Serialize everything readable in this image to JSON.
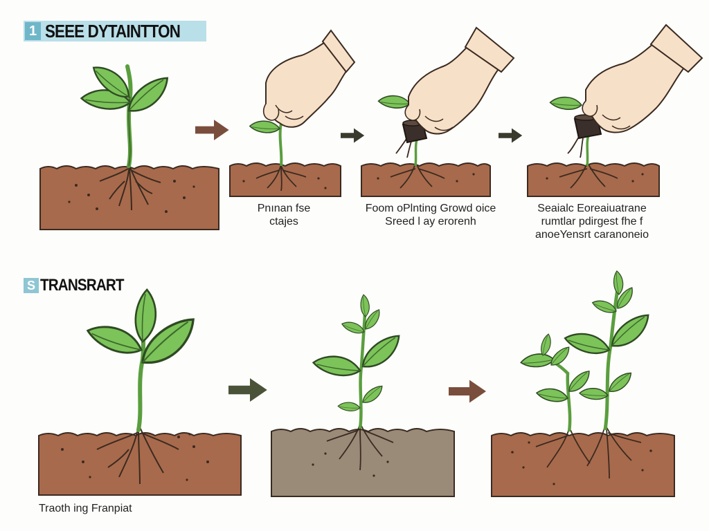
{
  "section1": {
    "number": "1",
    "title": "SEEE DYTAINTTON",
    "captions": [
      {
        "lines": [
          "Pnınan fse",
          "ctajes"
        ]
      },
      {
        "lines": [
          "Foom oPlnting Growd oice",
          "Sreed l ay erorenh"
        ]
      },
      {
        "lines": [
          "Seaialc Eoreaiuatrane",
          "rumtlar pdirgest fhe f",
          "anoeYensrt caranoneio"
        ]
      }
    ]
  },
  "section2": {
    "number": "S",
    "title": "TRANSRART",
    "caption": "Traoth ing Franpiat"
  },
  "colors": {
    "soil": "#a86a4c",
    "soil_gray": "#9a8a78",
    "leaf": "#7cc35a",
    "stem": "#5a9e3e",
    "root": "#3a2a20",
    "hand": "#f7e0c8",
    "arrow_brown": "#7a4e3c",
    "arrow_dark": "#3b3a2e",
    "badge_bg": "#b9dfe9",
    "badge_num": "#6fb6c9"
  },
  "icons": [
    "seedling-icon",
    "hand-icon",
    "arrow-right-icon",
    "soil-block-icon",
    "root-plug-icon"
  ]
}
